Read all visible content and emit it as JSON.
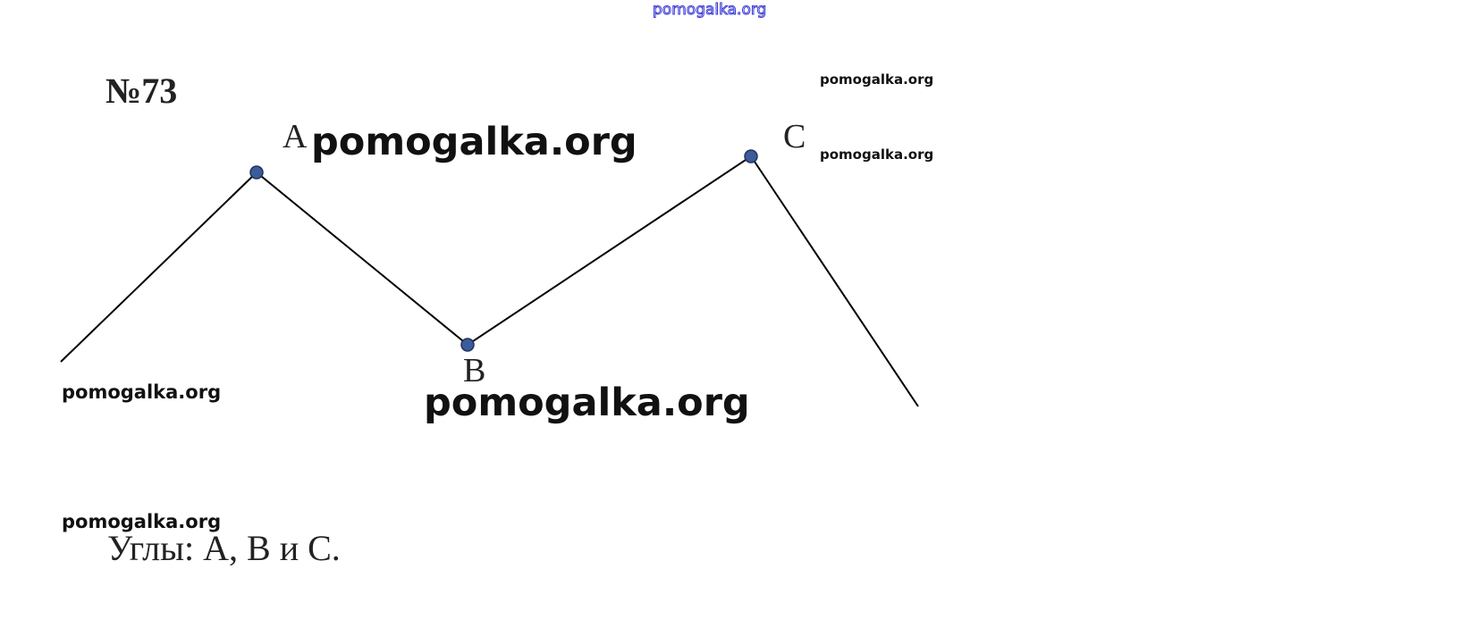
{
  "problem": {
    "number": "№73",
    "answer": "Углы: A, B и C."
  },
  "points": {
    "a": "A",
    "b": "B",
    "c": "C"
  },
  "watermarks": {
    "top": "pomogalka.org",
    "right_1": "pomogalka.org",
    "right_2": "pomogalka.org",
    "near_a": "pomogalka.org",
    "left_mid": "pomogalka.org",
    "near_b": "pomogalka.org",
    "left_bottom": "pomogalka.org"
  },
  "colors": {
    "line": "#000000",
    "point_fill": "#3b5b9a",
    "point_stroke": "#22345c",
    "watermark_top": "#3a3ad6"
  }
}
